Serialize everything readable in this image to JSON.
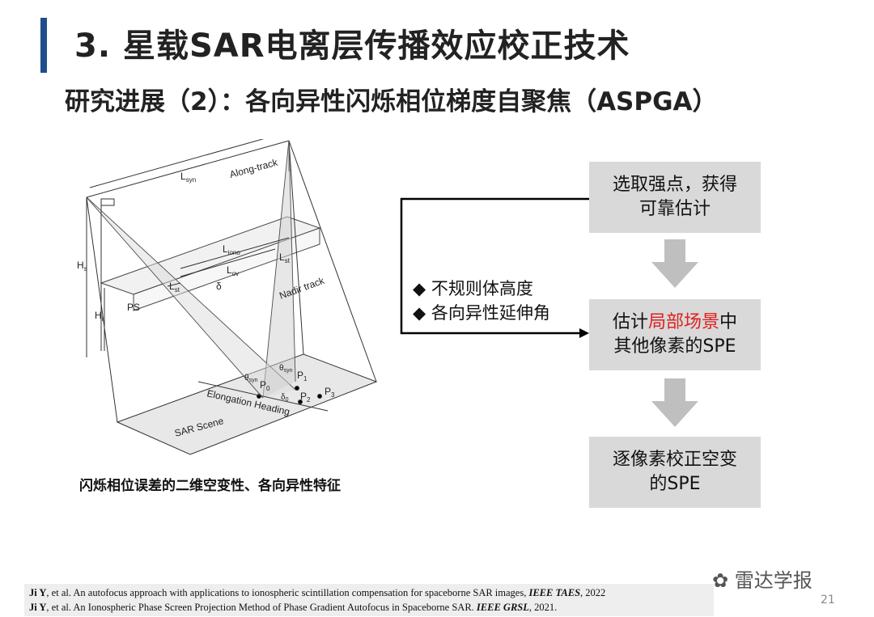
{
  "title": "3. 星载SAR电离层传播效应校正技术",
  "subtitle": "研究进展（2）：各向异性闪烁相位梯度自聚焦（ASPGA）",
  "diagram": {
    "labels": {
      "lsyn": "L",
      "lsyn_sub": "syn",
      "along_track": "Along-track",
      "liono": "L",
      "liono_sub": "iono",
      "lov": "L",
      "lov_sub": "ov",
      "lst_right": "L",
      "lst_right_sub": "st",
      "lst_left": "L",
      "lst_left_sub": "st",
      "delta": "δ",
      "nadir_track": "Nadir track",
      "hs": "H",
      "hs_sub": "s",
      "hi": "H",
      "hi_sub": "i",
      "ps": "PS",
      "theta_syn_left": "θ",
      "theta_syn_left_sub": "syn",
      "theta_syn_right": "θ",
      "theta_syn_right_sub": "syn",
      "p0": "P",
      "p0_sub": "0",
      "p1": "P",
      "p1_sub": "1",
      "p2": "P",
      "p2_sub": "2",
      "p3": "P",
      "p3_sub": "3",
      "delta0": "δ",
      "delta0_sub": "0",
      "elongation_heading": "Elongation Heading",
      "sar_scene": "SAR Scene"
    }
  },
  "caption": "闪烁相位误差的二维空变性、各向异性特征",
  "flowchart": {
    "box1_line1": "选取强点，获得",
    "box1_line2": "可靠估计",
    "box2_prefix": "估计",
    "box2_highlight": "局部场景",
    "box2_suffix": "中",
    "box2_line2": "其他像素的SPE",
    "box3_line1": "逐像素校正空变",
    "box3_line2": "的SPE",
    "bullet1": "不规则体高度",
    "bullet2": "各向异性延伸角",
    "bullet_symbol": "◆",
    "highlight_color": "#e02020",
    "box_color": "#d9d9d9",
    "arrow_color": "#bfbfbf"
  },
  "references": [
    {
      "author": "Ji Y",
      "text": ", et al. An autofocus approach with applications to ionospheric scintillation compensation for spaceborne SAR images, ",
      "journal": "IEEE TAES",
      "year": ", 2022"
    },
    {
      "author": "Ji Y",
      "text": ", et al. An Ionospheric Phase Screen Projection Method of Phase Gradient Autofocus in Spaceborne SAR. ",
      "journal": "IEEE GRSL",
      "year": ", 2021."
    }
  ],
  "logo_text": "雷达学报",
  "page_number": "21"
}
